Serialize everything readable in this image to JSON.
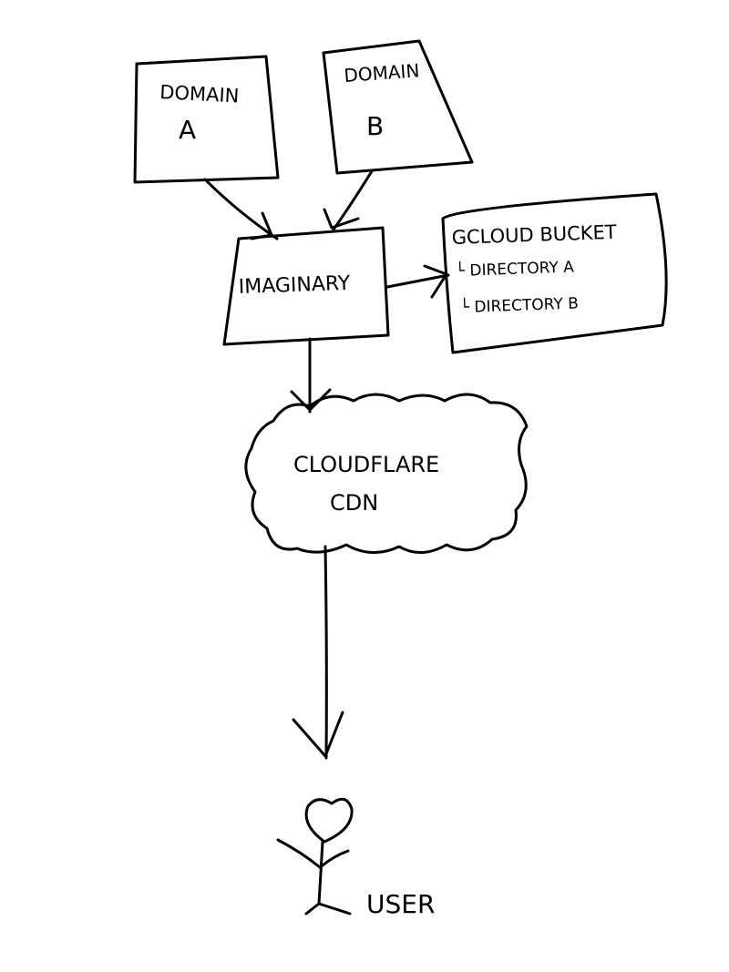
{
  "nodes": {
    "domain_a": {
      "line1": "DOMAIN",
      "line2": "A"
    },
    "domain_b": {
      "line1": "DOMAIN",
      "line2": "B"
    },
    "imaginary": {
      "label": "IMAGINARY"
    },
    "bucket": {
      "title": "GCLOUD BUCKET",
      "items": [
        "└ DIRECTORY A",
        "└ DIRECTORY B"
      ]
    },
    "cdn": {
      "line1": "CLOUDFLARE",
      "line2": "CDN"
    },
    "user": {
      "label": "USER"
    }
  },
  "colors": {
    "ink": "#000000",
    "paper": "#ffffff"
  }
}
